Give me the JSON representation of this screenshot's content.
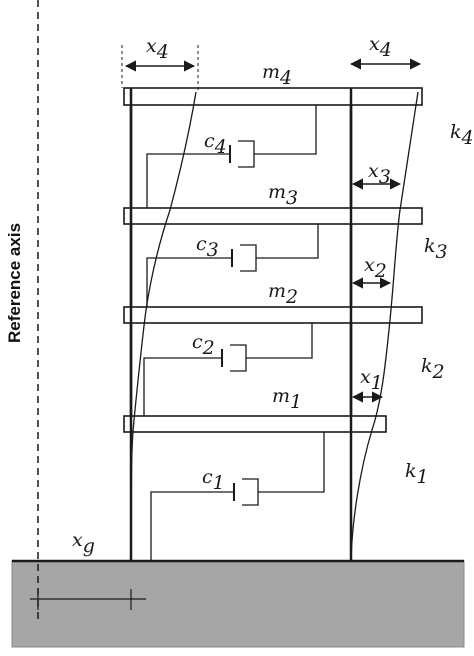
{
  "diagram": {
    "reference_axis_label": "Reference axis",
    "ground_displacement": {
      "base": "x",
      "sub": "g"
    },
    "masses": [
      {
        "base": "m",
        "sub": "4"
      },
      {
        "base": "m",
        "sub": "3"
      },
      {
        "base": "m",
        "sub": "2"
      },
      {
        "base": "m",
        "sub": "1"
      }
    ],
    "dampers": [
      {
        "base": "c",
        "sub": "4"
      },
      {
        "base": "c",
        "sub": "3"
      },
      {
        "base": "c",
        "sub": "2"
      },
      {
        "base": "c",
        "sub": "1"
      }
    ],
    "springs": [
      {
        "base": "k",
        "sub": "4"
      },
      {
        "base": "k",
        "sub": "3"
      },
      {
        "base": "k",
        "sub": "2"
      },
      {
        "base": "k",
        "sub": "1"
      }
    ],
    "displacements_right": [
      {
        "base": "x",
        "sub": "4"
      },
      {
        "base": "x",
        "sub": "3"
      },
      {
        "base": "x",
        "sub": "2"
      },
      {
        "base": "x",
        "sub": "1"
      }
    ],
    "displacement_top_left": {
      "base": "x",
      "sub": "4"
    },
    "colors": {
      "ground": "#a6a6a6",
      "ground_edge": "#8a8a8a",
      "line": "#1a1a1a"
    }
  }
}
